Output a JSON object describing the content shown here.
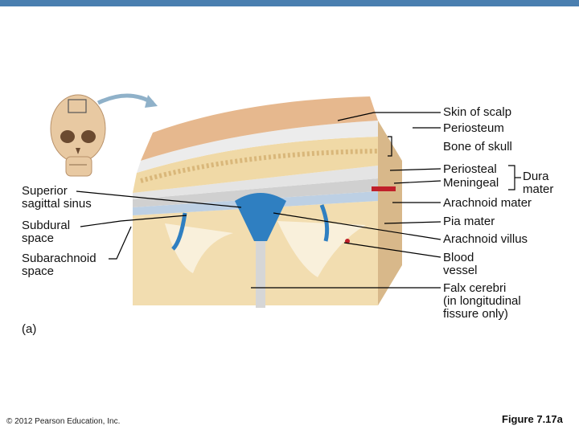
{
  "labels_left": {
    "superior_sagittal_sinus": "Superior\nsagittal sinus",
    "subdural_space": "Subdural\nspace",
    "subarachnoid_space": "Subarachnoid\nspace",
    "panel": "(a)"
  },
  "labels_right": {
    "skin_of_scalp": "Skin of scalp",
    "periosteum": "Periosteum",
    "bone_of_skull": "Bone of skull",
    "periosteal": "Periosteal",
    "meningeal": "Meningeal",
    "dura": "Dura",
    "mater": "mater",
    "arachnoid_mater": "Arachnoid mater",
    "pia_mater": "Pia mater",
    "arachnoid_villus": "Arachnoid villus",
    "blood_vessel": "Blood\nvessel",
    "falx_cerebri": "Falx cerebri\n(in longitudinal\nfissure only)"
  },
  "footer": {
    "copyright": "© 2012 Pearson Education, Inc.",
    "figure": "Figure 7.17a"
  },
  "colors": {
    "header_bar": "#4a7fb0",
    "scalp": "#e6b88e",
    "bone": "#f0d9a6",
    "dura": "#dcdcdc",
    "cortex": "#f2ddb0",
    "sinus_blue": "#2f7fc1",
    "blood_red": "#c0202a"
  }
}
